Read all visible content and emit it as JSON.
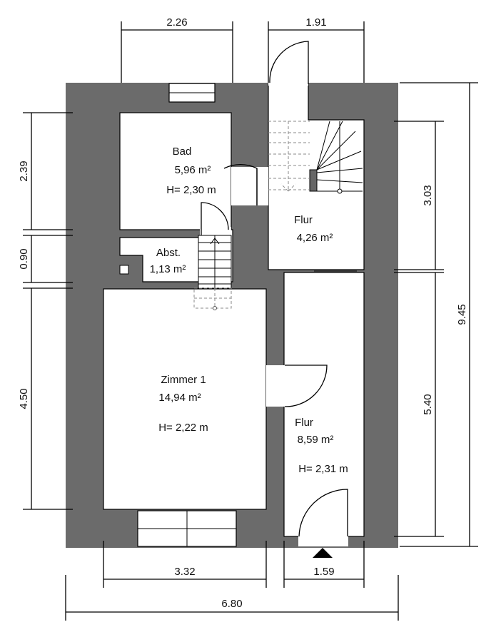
{
  "dimensions": {
    "top_left": "2.26",
    "top_right": "1.91",
    "left_upper": "2.39",
    "left_middle": "0.90",
    "left_lower": "4.50",
    "right_upper": "3.03",
    "right_lower": "5.40",
    "right_total": "9.45",
    "bottom_left": "3.32",
    "bottom_right": "1.59",
    "bottom_total": "6.80"
  },
  "rooms": {
    "bad": {
      "name": "Bad",
      "area": "5,96 m²",
      "height": "H= 2,30 m"
    },
    "flur_upper": {
      "name": "Flur",
      "area": "4,26 m²"
    },
    "abst": {
      "name": "Abst.",
      "area": "1,13 m²"
    },
    "zimmer1": {
      "name": "Zimmer 1",
      "area": "14,94 m²",
      "height": "H= 2,22 m"
    },
    "flur_lower": {
      "name": "Flur",
      "area": "8,59 m²",
      "height": "H= 2,31 m"
    }
  },
  "colors": {
    "wall": "#6b6b6b",
    "floor": "#ffffff",
    "line": "#000000"
  },
  "icons": [
    "entrance-triangle-icon",
    "door-swing-icon",
    "stair-icon",
    "window-icon"
  ]
}
